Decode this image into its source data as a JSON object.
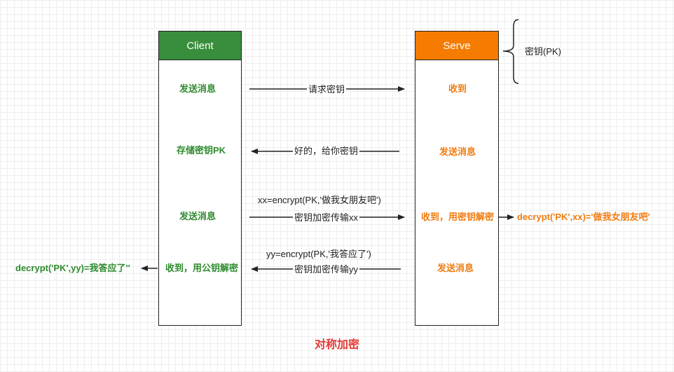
{
  "lanes": {
    "client": {
      "title": "Client",
      "color": "#388e3c"
    },
    "server": {
      "title": "Serve",
      "color": "#f57c00"
    }
  },
  "brace_label": "密钥(PK)",
  "client_steps": {
    "s1": "发送消息",
    "s2": "存储密钥PK",
    "s3": "发送消息",
    "s4": "收到，用公钥解密"
  },
  "server_steps": {
    "s1": "收到",
    "s2": "发送消息",
    "s3": "收到，用密钥解密",
    "s4": "发送消息"
  },
  "messages": {
    "m1": "请求密钥",
    "m2": "好的，给你密钥",
    "m3_expr": "xx=encrypt(PK,'做我女朋友吧')",
    "m3": "密钥加密传输xx",
    "m4_expr": "yy=encrypt(PK,'我答应了')",
    "m4": "密钥加密传输yy"
  },
  "results": {
    "server": "decrypt('PK',xx)='做我女朋友吧'",
    "client": "decrypt('PK',yy)=我答应了''"
  },
  "title": "对称加密",
  "colors": {
    "green": "#2e8b2e",
    "orange": "#f07c10",
    "title": "#e53935"
  }
}
